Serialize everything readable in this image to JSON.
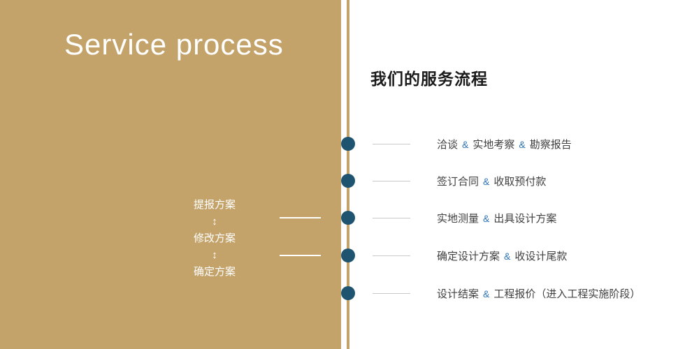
{
  "left_panel": {
    "title": "Service process",
    "steps": [
      "提报方案",
      "修改方案",
      "确定方案"
    ],
    "arrow_icon": "↕"
  },
  "right_panel": {
    "heading": "我们的服务流程",
    "amp": "&",
    "items": [
      {
        "parts": [
          "洽谈",
          "实地考察",
          "勘察报告"
        ]
      },
      {
        "parts": [
          "签订合同",
          "收取预付款"
        ]
      },
      {
        "parts": [
          "实地测量",
          "出具设计方案"
        ]
      },
      {
        "parts": [
          "确定设计方案",
          "收设计尾款"
        ]
      },
      {
        "parts": [
          "设计结案",
          "工程报价（进入工程实施阶段）"
        ]
      }
    ]
  },
  "colors": {
    "panel_gold": "#c3a36a",
    "dot_blue": "#1e546f",
    "amp_blue": "#2e74b5",
    "text_dark": "#404040",
    "line_gray": "#c9c9c9"
  }
}
